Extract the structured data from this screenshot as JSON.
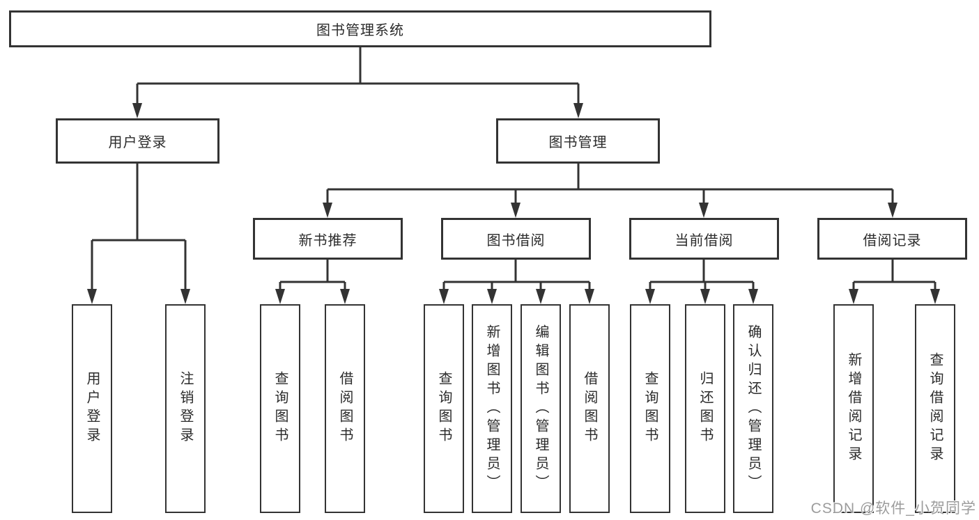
{
  "diagram": {
    "root": {
      "label": "图书管理系统"
    },
    "branches": [
      {
        "label": "用户登录",
        "children": [
          {
            "label": "用户登录"
          },
          {
            "label": "注销登录"
          }
        ]
      },
      {
        "label": "图书管理",
        "children": [
          {
            "label": "新书推荐",
            "children": [
              {
                "label": "查询图书"
              },
              {
                "label": "借阅图书"
              }
            ]
          },
          {
            "label": "图书借阅",
            "children": [
              {
                "label": "查询图书"
              },
              {
                "label": "新增图书（管理员）"
              },
              {
                "label": "编辑图书（管理员）"
              },
              {
                "label": "借阅图书"
              }
            ]
          },
          {
            "label": "当前借阅",
            "children": [
              {
                "label": "查询图书"
              },
              {
                "label": "归还图书"
              },
              {
                "label": "确认归还（管理员）"
              }
            ]
          },
          {
            "label": "借阅记录",
            "children": [
              {
                "label": "新增借阅记录"
              },
              {
                "label": "查询借阅记录"
              }
            ]
          }
        ]
      }
    ]
  },
  "watermark": {
    "text": "CSDN @软件_小贺同学"
  },
  "colors": {
    "line": "#333333",
    "box_border": "#333333",
    "text": "#2b2b2b",
    "background": "#ffffff",
    "watermark": "#9c9c9c"
  }
}
